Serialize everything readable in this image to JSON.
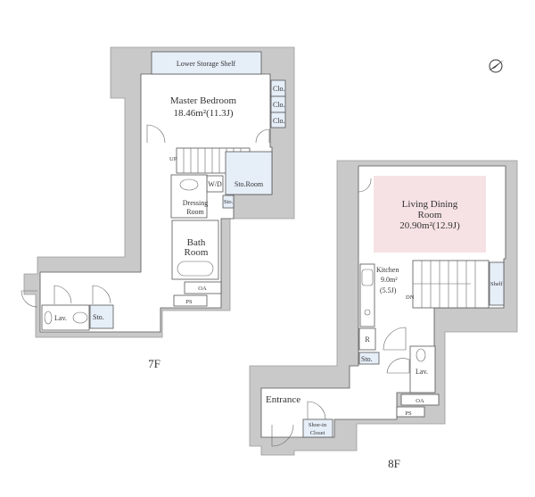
{
  "compass": {
    "icon": "north-arrow-icon"
  },
  "floor_7f": {
    "floor_label": "7F",
    "lower_storage_shelf": "Lower Storage Shelf",
    "master_bedroom": {
      "name": "Master Bedroom",
      "area": "18.46m²(11.3J)"
    },
    "closets": [
      "Clo.",
      "Clo.",
      "Clo."
    ],
    "stair_up": "UP",
    "wd": "W/D",
    "storage_room": "Sto.Room",
    "small_storage": "Sto.",
    "dressing_room": [
      "Dressing",
      "Room"
    ],
    "bath_room": [
      "Bath",
      "Room"
    ],
    "oa": "OA",
    "ps": "PS",
    "lavatory": "Lav.",
    "storage": "Sto."
  },
  "floor_8f": {
    "floor_label": "8F",
    "living_dining": {
      "name_line1": "Living Dining",
      "name_line2": "Room",
      "area": "20.90m²(12.9J)"
    },
    "kitchen": {
      "name": "Kitchen",
      "area": "9.0m²",
      "tatami": "(5.5J)"
    },
    "stair_down": "DN",
    "shelf": "Shelf",
    "refrigerator": "R",
    "storage": "Sto.",
    "lavatory": "Lav.",
    "oa": "OA",
    "ps": "PS",
    "entrance": "Entrance",
    "shoe_closet": [
      "Shoe-in",
      "Closet"
    ]
  },
  "colors": {
    "wall": "#c9c9c9",
    "storage_blue": "#e6eef8",
    "living_pink": "#f6e2e4"
  }
}
